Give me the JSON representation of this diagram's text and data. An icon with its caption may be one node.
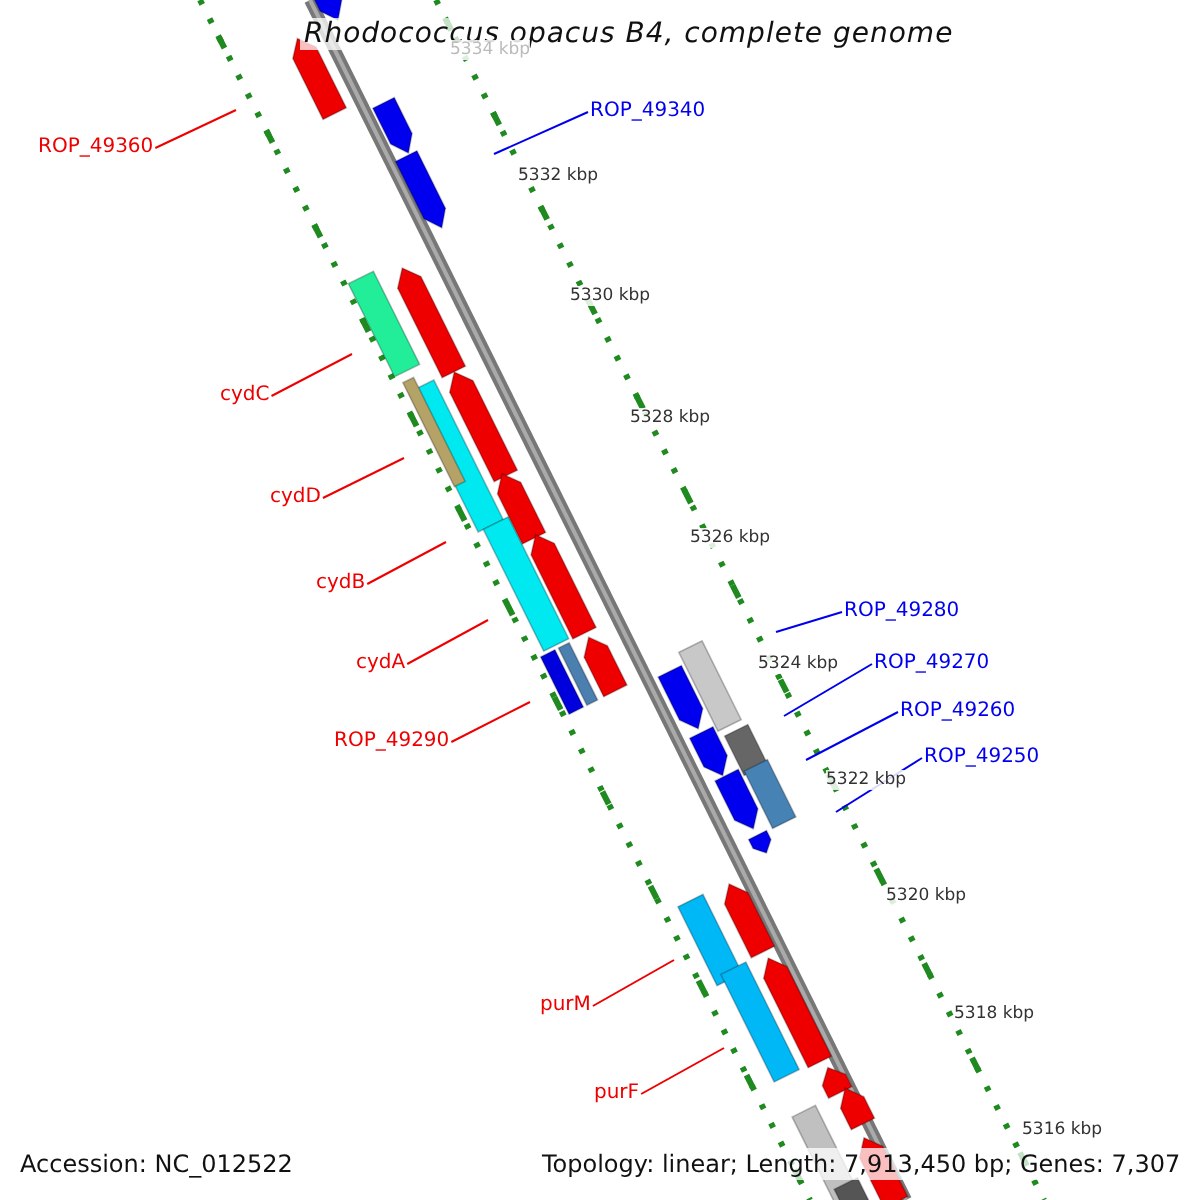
{
  "diagram": {
    "title": "Rhodococcus opacus B4, complete genome",
    "nodes": [
      {
        "text": [
          "ROP_49360"
        ]
      },
      {
        "text": [
          "ROP_49340"
        ]
      },
      {
        "text": [
          "cydC"
        ]
      },
      {
        "text": [
          "cydD"
        ]
      },
      {
        "text": [
          "cydB"
        ]
      },
      {
        "text": [
          "cydA"
        ]
      },
      {
        "text": [
          "ROP_49290"
        ]
      },
      {
        "text": [
          "ROP_49280"
        ]
      },
      {
        "text": [
          "ROP_49270"
        ]
      },
      {
        "text": [
          "ROP_49260"
        ]
      },
      {
        "text": [
          "ROP_49250"
        ]
      },
      {
        "text": [
          "purM"
        ]
      },
      {
        "text": [
          "purF"
        ]
      }
    ],
    "edges": [
      {
        "from": 0,
        "to": null,
        "arrow": "none"
      },
      {
        "from": 1,
        "to": null,
        "arrow": "none",
        "color": "#0000ee"
      },
      {
        "from": 2,
        "to": null,
        "arrow": "none"
      },
      {
        "from": 3,
        "to": null,
        "arrow": "none"
      },
      {
        "from": 4,
        "to": null,
        "arrow": "none"
      },
      {
        "from": 5,
        "to": null,
        "arrow": "none"
      },
      {
        "from": 6,
        "to": null,
        "arrow": "none"
      },
      {
        "from": 7,
        "to": null,
        "arrow": "none",
        "color": "#0000ee"
      },
      {
        "from": 8,
        "to": null,
        "arrow": "none",
        "color": "#0000ee"
      },
      {
        "from": 9,
        "to": null,
        "arrow": "none",
        "color": "#0000ee"
      },
      {
        "from": 10,
        "to": null,
        "arrow": "none",
        "color": "#0000ee"
      },
      {
        "from": 11,
        "to": null,
        "arrow": "none"
      },
      {
        "from": 12,
        "to": null,
        "arrow": "none"
      }
    ],
    "labels": [
      "5334 kbp",
      "5332 kbp",
      "5330 kbp",
      "5328 kbp",
      "5326 kbp",
      "5324 kbp",
      "5322 kbp",
      "5320 kbp",
      "5318 kbp",
      "5316 kbp",
      "Accession: NC_012522",
      "Topology: linear; Length: 7,913,450 bp; Genes: 7,307"
    ]
  }
}
